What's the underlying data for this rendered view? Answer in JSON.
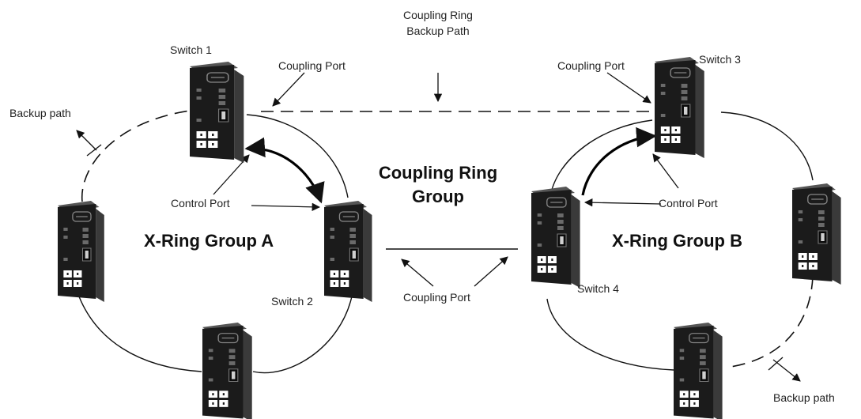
{
  "labels": {
    "switch_1": "Switch 1",
    "switch_2": "Switch 2",
    "switch_3": "Switch 3",
    "switch_4": "Switch 4",
    "coupling_ring_backup_path_line1": "Coupling Ring",
    "coupling_ring_backup_path_line2": "Backup Path",
    "coupling_port_top_left": "Coupling Port",
    "coupling_port_top_right": "Coupling Port",
    "coupling_port_bottom": "Coupling Port",
    "backup_path_left": "Backup path",
    "backup_path_right": "Backup path",
    "control_port_left": "Control Port",
    "control_port_right": "Control Port",
    "coupling_ring_group_line1": "Coupling Ring",
    "coupling_ring_group_line2": "Group",
    "xring_group_a": "X-Ring Group A",
    "xring_group_b": "X-Ring Group B"
  },
  "icons": {
    "switch": "industrial-switch-icon"
  },
  "colors": {
    "line": "#111111",
    "switch_body": "#1b1b1b",
    "background": "#ffffff"
  }
}
